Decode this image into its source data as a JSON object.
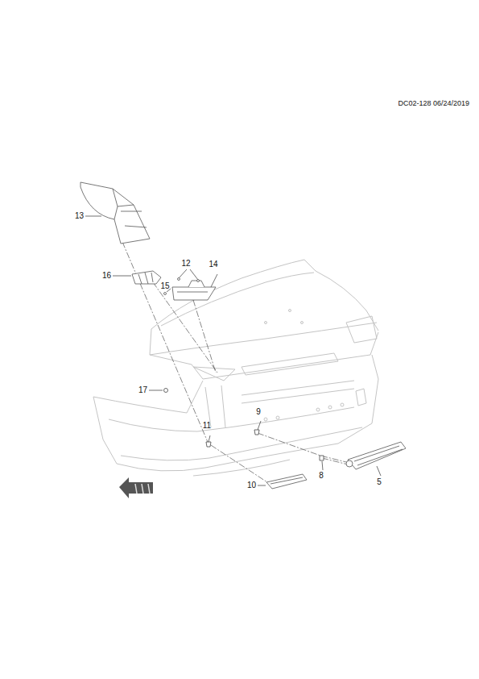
{
  "diagram": {
    "labels": [
      "DC02-128 06/24/2019",
      "13",
      "12",
      "14",
      "16",
      "15",
      "17",
      "11",
      "9",
      "10",
      "8",
      "5"
    ]
  }
}
